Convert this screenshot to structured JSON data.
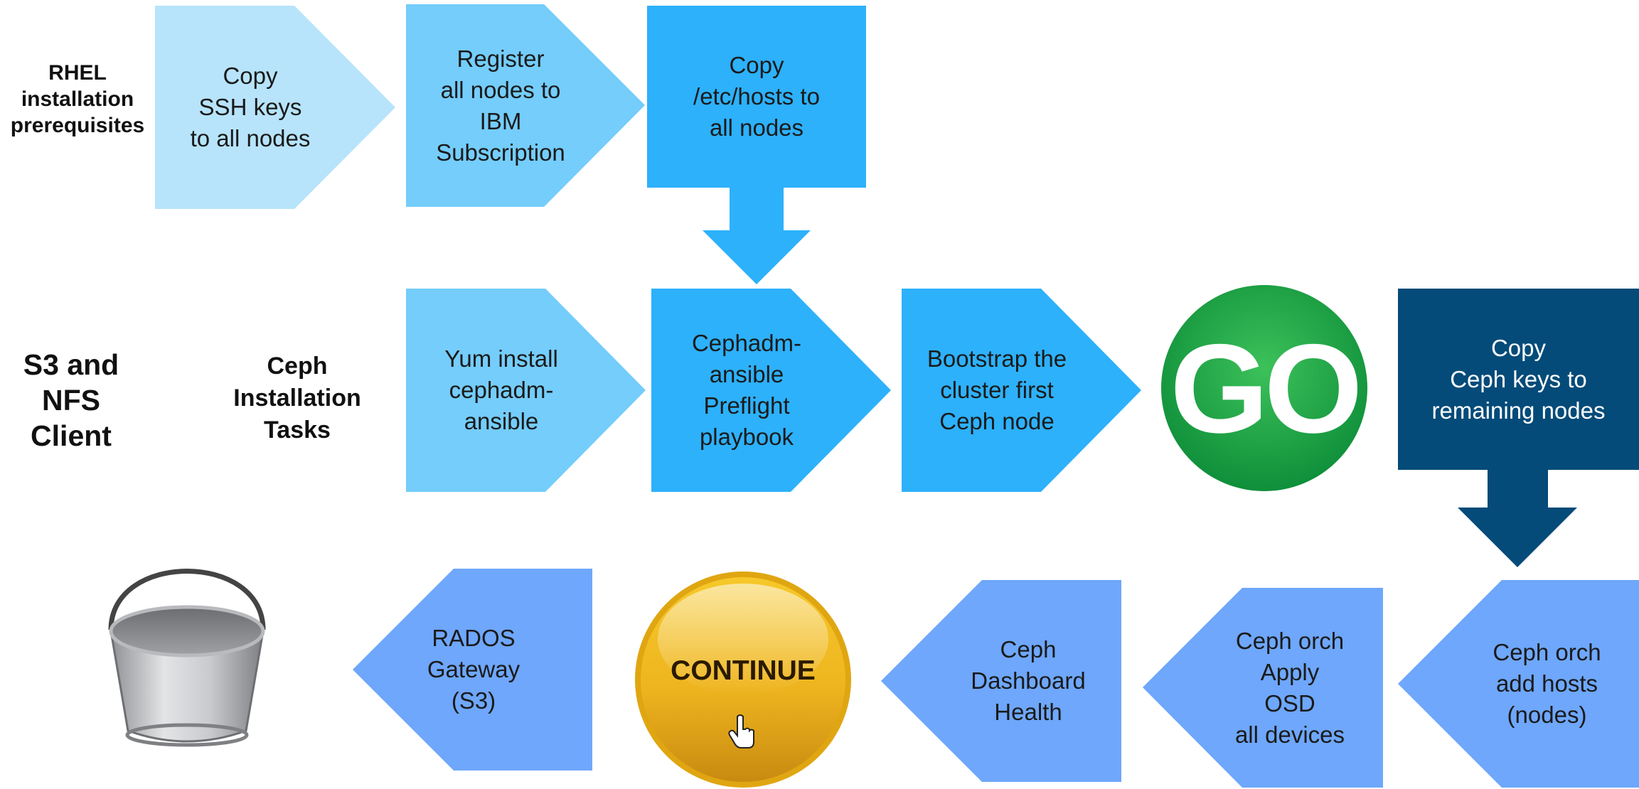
{
  "side_labels": {
    "rhel": "RHEL\ninstallation\nprerequisites",
    "s3_nfs": "S3 and\nNFS\nClient",
    "ceph_tasks": "Ceph\nInstallation\nTasks"
  },
  "steps": {
    "copy_ssh": "Copy\nSSH keys\nto all nodes",
    "register": "Register\nall nodes to\nIBM\nSubscription",
    "copy_hosts": "Copy\n/etc/hosts to\nall nodes",
    "yum_install": "Yum install\ncephadm-\nansible",
    "preflight": "Cephadm-\nansible\nPreflight\nplaybook",
    "bootstrap": "Bootstrap the\ncluster first\nCeph node",
    "copy_keys": "Copy\nCeph keys to\nremaining nodes",
    "add_hosts": "Ceph orch\nadd hosts\n(nodes)",
    "apply_osd": "Ceph orch\nApply\nOSD\nall devices",
    "dashboard": "Ceph\nDashboard\nHealth",
    "rados": "RADOS\nGateway\n(S3)"
  },
  "buttons": {
    "go": "GO",
    "continue": "CONTINUE"
  },
  "icons": {
    "bucket": "bucket-icon",
    "hand_cursor": "hand-pointer-icon"
  },
  "colors": {
    "step_lightest": "#b7e4fb",
    "step_light": "#74cdfb",
    "step_mid": "#2db1fb",
    "step_dark": "#044b79",
    "step_return": "#6ea7fb",
    "go_green": "#14a046",
    "continue_gold": "#e6ad17"
  }
}
